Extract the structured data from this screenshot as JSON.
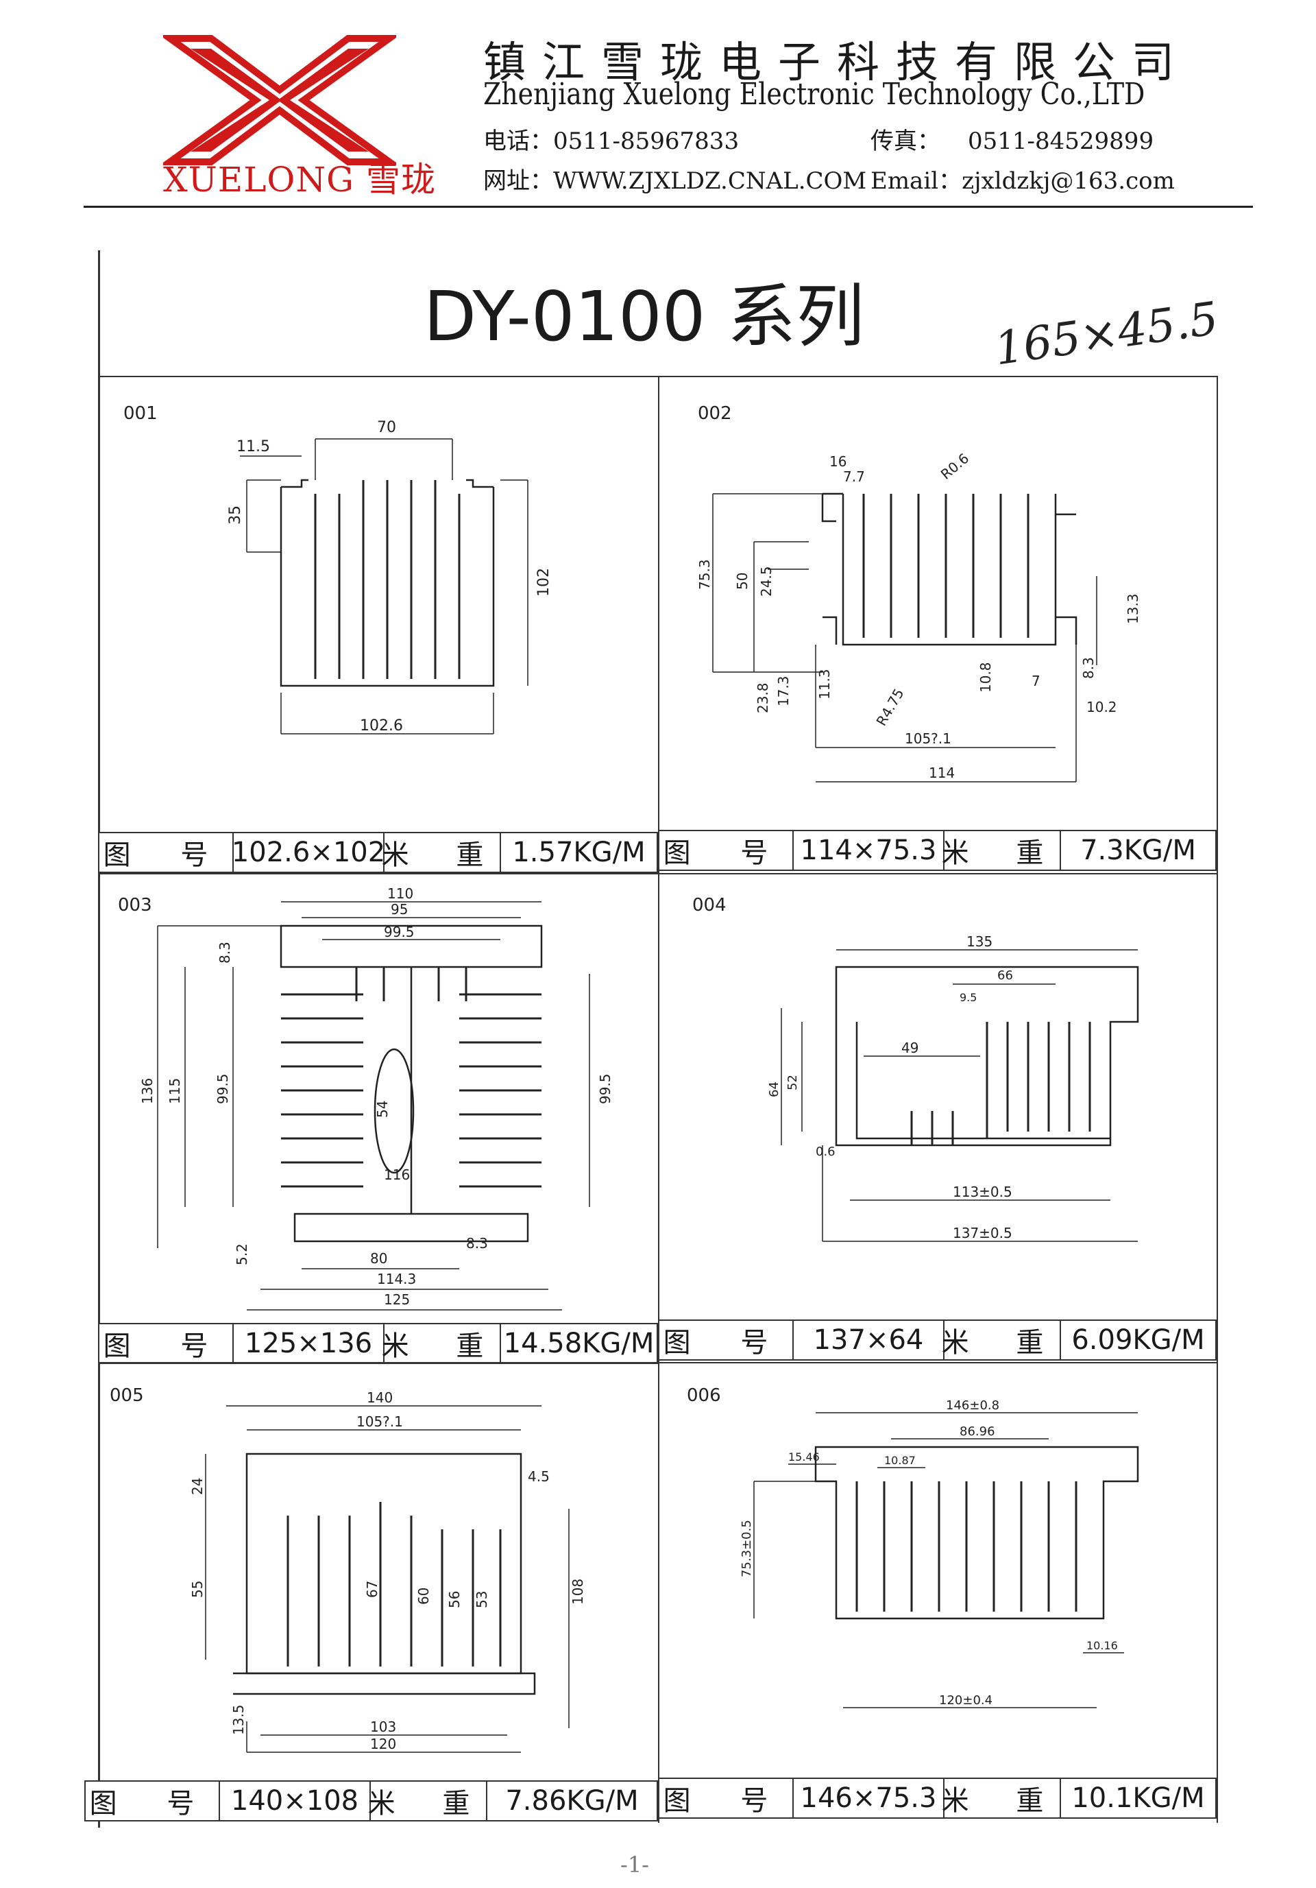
{
  "header": {
    "logo_text": "XUELONG 雪珑",
    "company_cn": "镇江雪珑电子科技有限公司",
    "company_en": "Zhenjiang Xuelong Electronic Technology Co.,LTD",
    "phone_label": "电话：",
    "phone": "0511-85967833",
    "fax_label": "传真：",
    "fax": "0511-84529899",
    "web_label": "网址：",
    "web": "WWW.ZJXLDZ.CNAL.COM",
    "email_label": "Email：",
    "email": "zjxldzkj@163.com",
    "accent_color": "#d01a1a"
  },
  "sheet": {
    "title": "DY-0100 系列",
    "hand_note": "165×45.5"
  },
  "spec_labels": {
    "drawing_no": "图 号",
    "weight": "米 重"
  },
  "panels": [
    {
      "id": "001",
      "size": "102.6×102",
      "weight": "1.57KG/M",
      "dims": [
        "70",
        "11.5",
        "35",
        "102",
        "102.6"
      ]
    },
    {
      "id": "002",
      "size": "114×75.3",
      "weight": "7.3KG/M",
      "dims": [
        "16",
        "7.7",
        "R0.6",
        "75.3",
        "50",
        "24.5",
        "23.8",
        "17.3",
        "11.3",
        "R4.75",
        "10.8",
        "7",
        "8.3",
        "10.2",
        "13.3",
        "105?.1",
        "114"
      ]
    },
    {
      "id": "003",
      "size": "125×136",
      "weight": "14.58KG/M",
      "dims": [
        "110",
        "95",
        "99.5",
        "8.3",
        "136",
        "115",
        "99.5",
        "54",
        "116",
        "99.5",
        "5.2",
        "80",
        "8.3",
        "114.3",
        "125"
      ]
    },
    {
      "id": "004",
      "size": "137×64",
      "weight": "6.09KG/M",
      "dims": [
        "135",
        "66",
        "9.5",
        "49",
        "64",
        "52",
        "0.6",
        "113±0.5",
        "137±0.5"
      ]
    },
    {
      "id": "005",
      "size": "140×108",
      "weight": "7.86KG/M",
      "dims": [
        "140",
        "105?.1",
        "24",
        "4.5",
        "55",
        "67",
        "60",
        "56",
        "53",
        "108",
        "13.5",
        "103",
        "120"
      ]
    },
    {
      "id": "006",
      "size": "146×75.3",
      "weight": "10.1KG/M",
      "dims": [
        "146±0.8",
        "86.96",
        "15.46",
        "10.87",
        "75.3±0.5",
        "10.16",
        "120±0.4"
      ]
    }
  ],
  "footer": {
    "page": "-1-"
  }
}
